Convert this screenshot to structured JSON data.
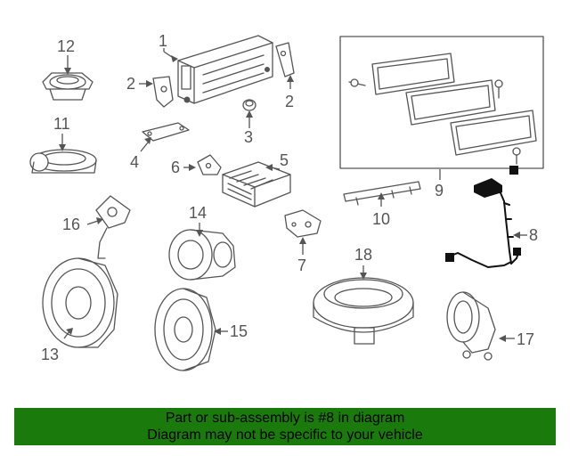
{
  "diagram": {
    "callouts": {
      "c1": "1",
      "c2a": "2",
      "c2b": "2",
      "c3": "3",
      "c4": "4",
      "c5": "5",
      "c6": "6",
      "c7": "7",
      "c8": "8",
      "c9": "9",
      "c10": "10",
      "c11": "11",
      "c12": "12",
      "c13": "13",
      "c14": "14",
      "c15": "15",
      "c16": "16",
      "c17": "17",
      "c18": "18"
    },
    "highlighted_part": "8"
  },
  "banner": {
    "line1": "Part or sub-assembly is #8 in diagram",
    "line2": "Diagram may not be specific to your vehicle",
    "background": "#1a7a0c"
  }
}
